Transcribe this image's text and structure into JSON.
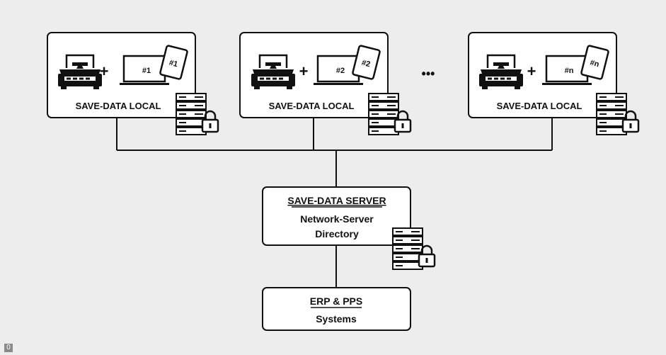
{
  "local_label": "SAVE-DATA LOCAL",
  "plus": "+",
  "ellipsis": "•••",
  "workstations": [
    {
      "laptop_num": "#1",
      "tablet_num": "#1"
    },
    {
      "laptop_num": "#2",
      "tablet_num": "#2"
    },
    {
      "laptop_num": "#n",
      "tablet_num": "#n"
    }
  ],
  "server": {
    "title": "SAVE-DATA SERVER",
    "line1": "Network-Server",
    "line2": "Directory"
  },
  "erp": {
    "title": "ERP & PPS",
    "line1": "Systems"
  },
  "corner_tag": "0",
  "colors": {
    "background": "#ededed",
    "box_fill": "#ffffff",
    "stroke": "#111111"
  }
}
